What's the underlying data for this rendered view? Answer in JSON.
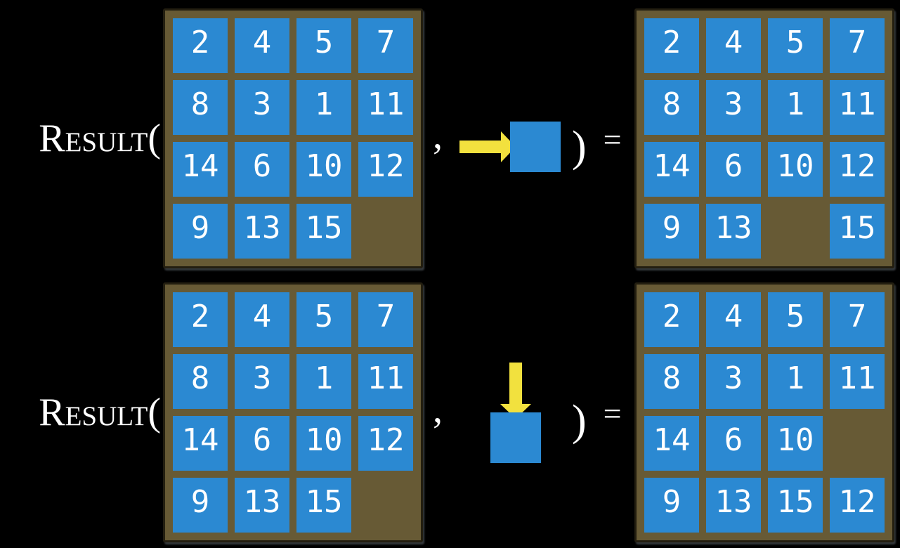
{
  "function_label": "Result(",
  "comma": ",",
  "close_paren": ")",
  "equals": "=",
  "colors": {
    "tile_blue": "#2b89d2",
    "frame_brown": "#675a35",
    "arrow_yellow": "#f2e13e",
    "text_white": "#ffffff",
    "background": "#000000"
  },
  "rows": [
    {
      "action": "slide-tile-right",
      "action_icon": "arrow-right-into-tile-icon",
      "input_grid": [
        [
          2,
          4,
          5,
          7
        ],
        [
          8,
          3,
          1,
          11
        ],
        [
          14,
          6,
          10,
          12
        ],
        [
          9,
          13,
          15,
          null
        ]
      ],
      "output_grid": [
        [
          2,
          4,
          5,
          7
        ],
        [
          8,
          3,
          1,
          11
        ],
        [
          14,
          6,
          10,
          12
        ],
        [
          9,
          13,
          null,
          15
        ]
      ]
    },
    {
      "action": "slide-tile-down",
      "action_icon": "arrow-down-into-tile-icon",
      "input_grid": [
        [
          2,
          4,
          5,
          7
        ],
        [
          8,
          3,
          1,
          11
        ],
        [
          14,
          6,
          10,
          12
        ],
        [
          9,
          13,
          15,
          null
        ]
      ],
      "output_grid": [
        [
          2,
          4,
          5,
          7
        ],
        [
          8,
          3,
          1,
          11
        ],
        [
          14,
          6,
          10,
          null
        ],
        [
          9,
          13,
          15,
          12
        ]
      ]
    }
  ]
}
